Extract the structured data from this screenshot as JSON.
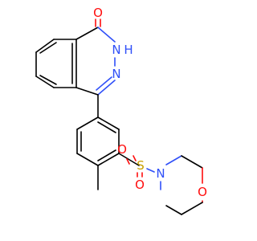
{
  "structure": {
    "atoms": {
      "carbonyl_oxygen": "O",
      "amide_nitrogen": "N",
      "amide_hydrogen": "H",
      "imine_nitrogen": "N",
      "sulfur": "S",
      "sulfonyl_oxygen_left": "O",
      "sulfonyl_oxygen_bottom": "O",
      "morpholine_nitrogen": "N",
      "morpholine_oxygen": "O"
    },
    "colors": {
      "oxygen": "#ff0d0d",
      "nitrogen": "#3050f8",
      "sulfur": "#c8a000",
      "carbon": "#000000"
    }
  }
}
